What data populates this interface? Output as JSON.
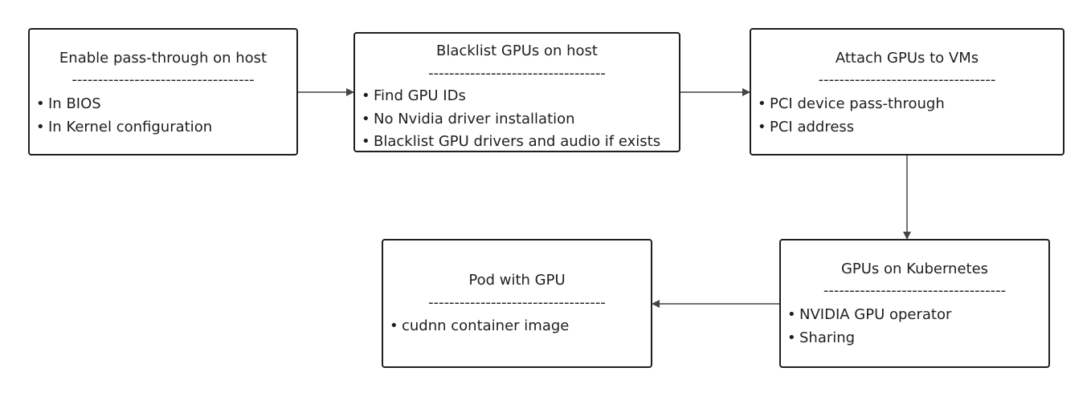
{
  "diagram": {
    "nodes": [
      {
        "id": "enable-pass-through",
        "title": "Enable pass-through on host",
        "separator": "-----------------------------------",
        "items": [
          "In BIOS",
          "In Kernel configuration"
        ]
      },
      {
        "id": "blacklist-gpus",
        "title": "Blacklist GPUs on host",
        "separator": "----------------------------------",
        "items": [
          "Find GPU IDs",
          "No Nvidia driver installation",
          "Blacklist GPU drivers and audio if exists"
        ]
      },
      {
        "id": "attach-gpus",
        "title": "Attach GPUs to VMs",
        "separator": "----------------------------------",
        "items": [
          "PCI device pass-through",
          "PCI address"
        ]
      },
      {
        "id": "gpus-on-kubernetes",
        "title": "GPUs on Kubernetes",
        "separator": "-----------------------------------",
        "items": [
          "NVIDIA GPU operator",
          "Sharing"
        ]
      },
      {
        "id": "pod-with-gpu",
        "title": "Pod with GPU",
        "separator": "----------------------------------",
        "items": [
          "cudnn container image"
        ]
      }
    ],
    "edges": [
      {
        "from": "enable-pass-through",
        "to": "blacklist-gpus"
      },
      {
        "from": "blacklist-gpus",
        "to": "attach-gpus"
      },
      {
        "from": "attach-gpus",
        "to": "gpus-on-kubernetes"
      },
      {
        "from": "gpus-on-kubernetes",
        "to": "pod-with-gpu"
      }
    ],
    "colors": {
      "stroke": "#1e1e1e",
      "edge": "#444444",
      "background": "#ffffff"
    }
  }
}
